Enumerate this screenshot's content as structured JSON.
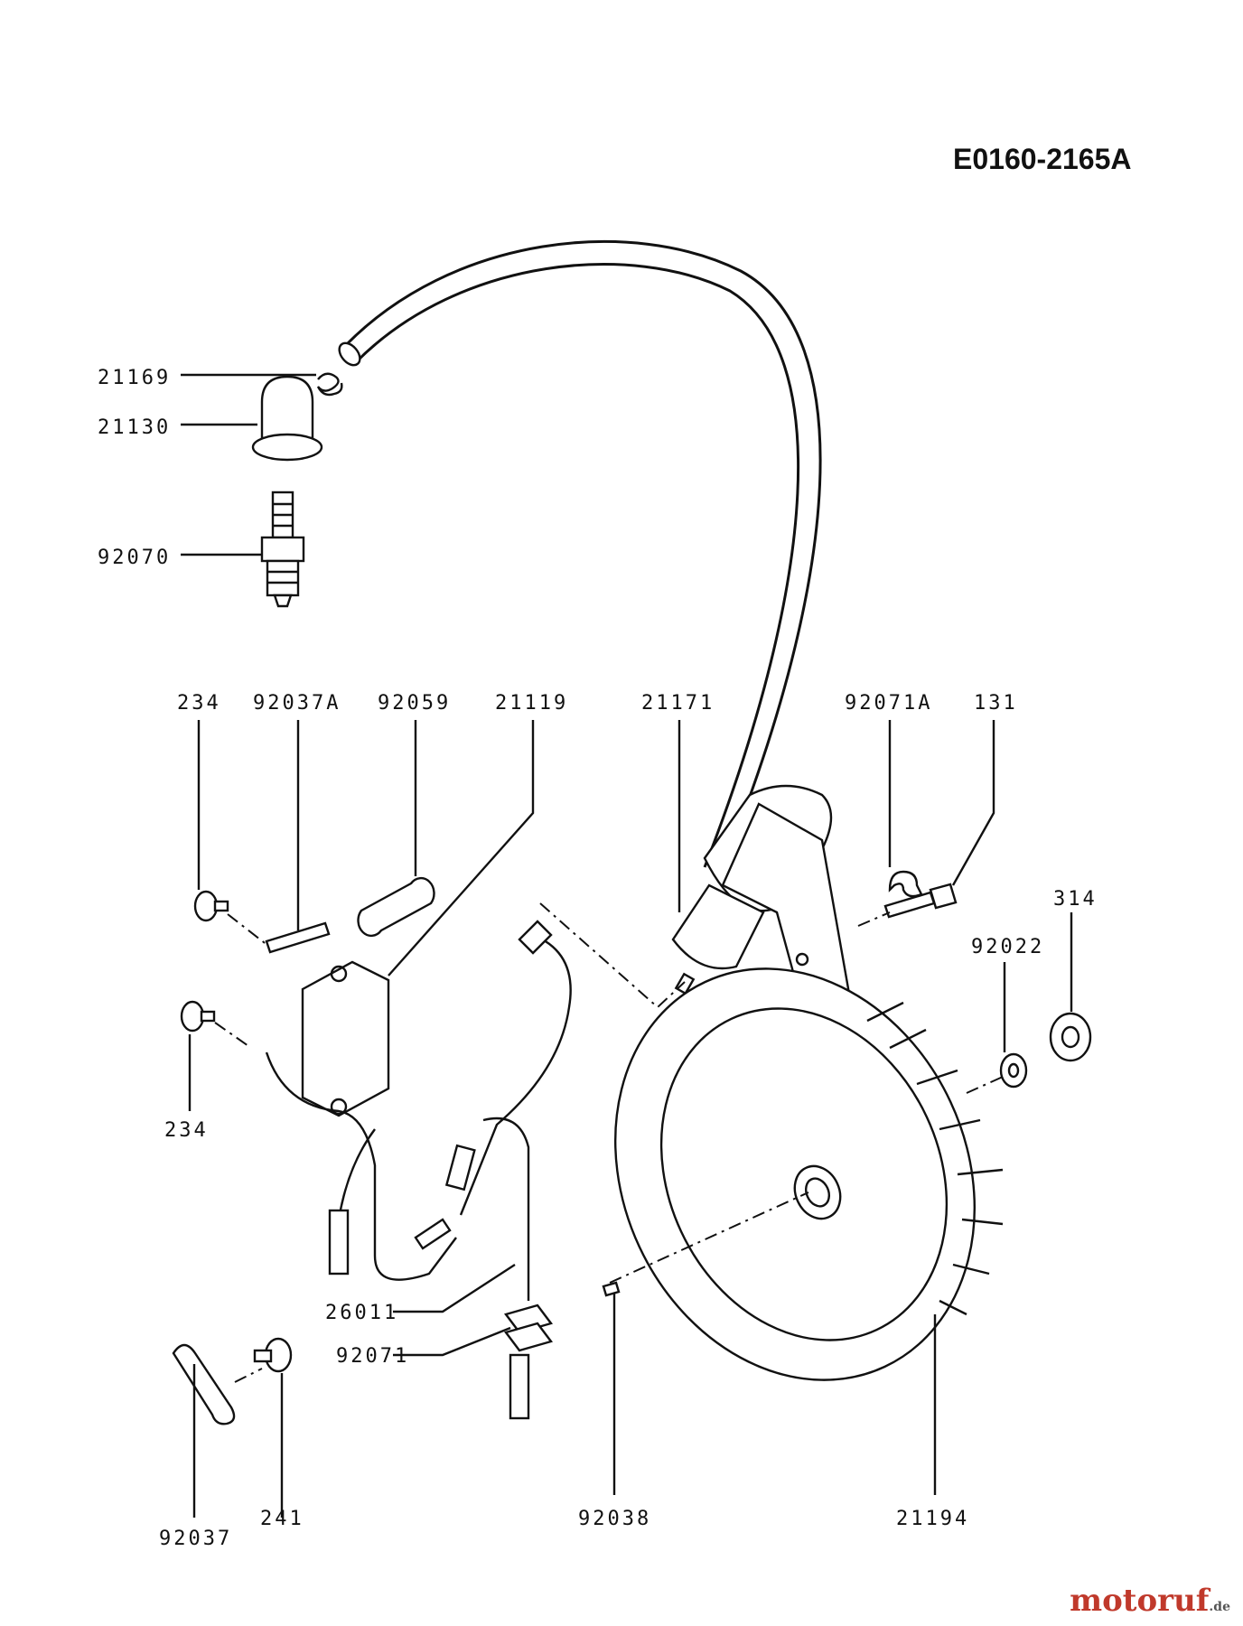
{
  "diagram_code": "E0160-2165A",
  "parts": {
    "p21169": "21169",
    "p21130": "21130",
    "p92070": "92070",
    "p234_top": "234",
    "p92037A": "92037A",
    "p92059": "92059",
    "p21119": "21119",
    "p21171": "21171",
    "p92071A": "92071A",
    "p131": "131",
    "p314": "314",
    "p92022": "92022",
    "p234_bottom": "234",
    "p26011": "26011",
    "p92071": "92071",
    "p92037": "92037",
    "p241": "241",
    "p92038": "92038",
    "p21194": "21194"
  },
  "watermark": {
    "brand": "motoruf",
    "tld": ".de"
  }
}
